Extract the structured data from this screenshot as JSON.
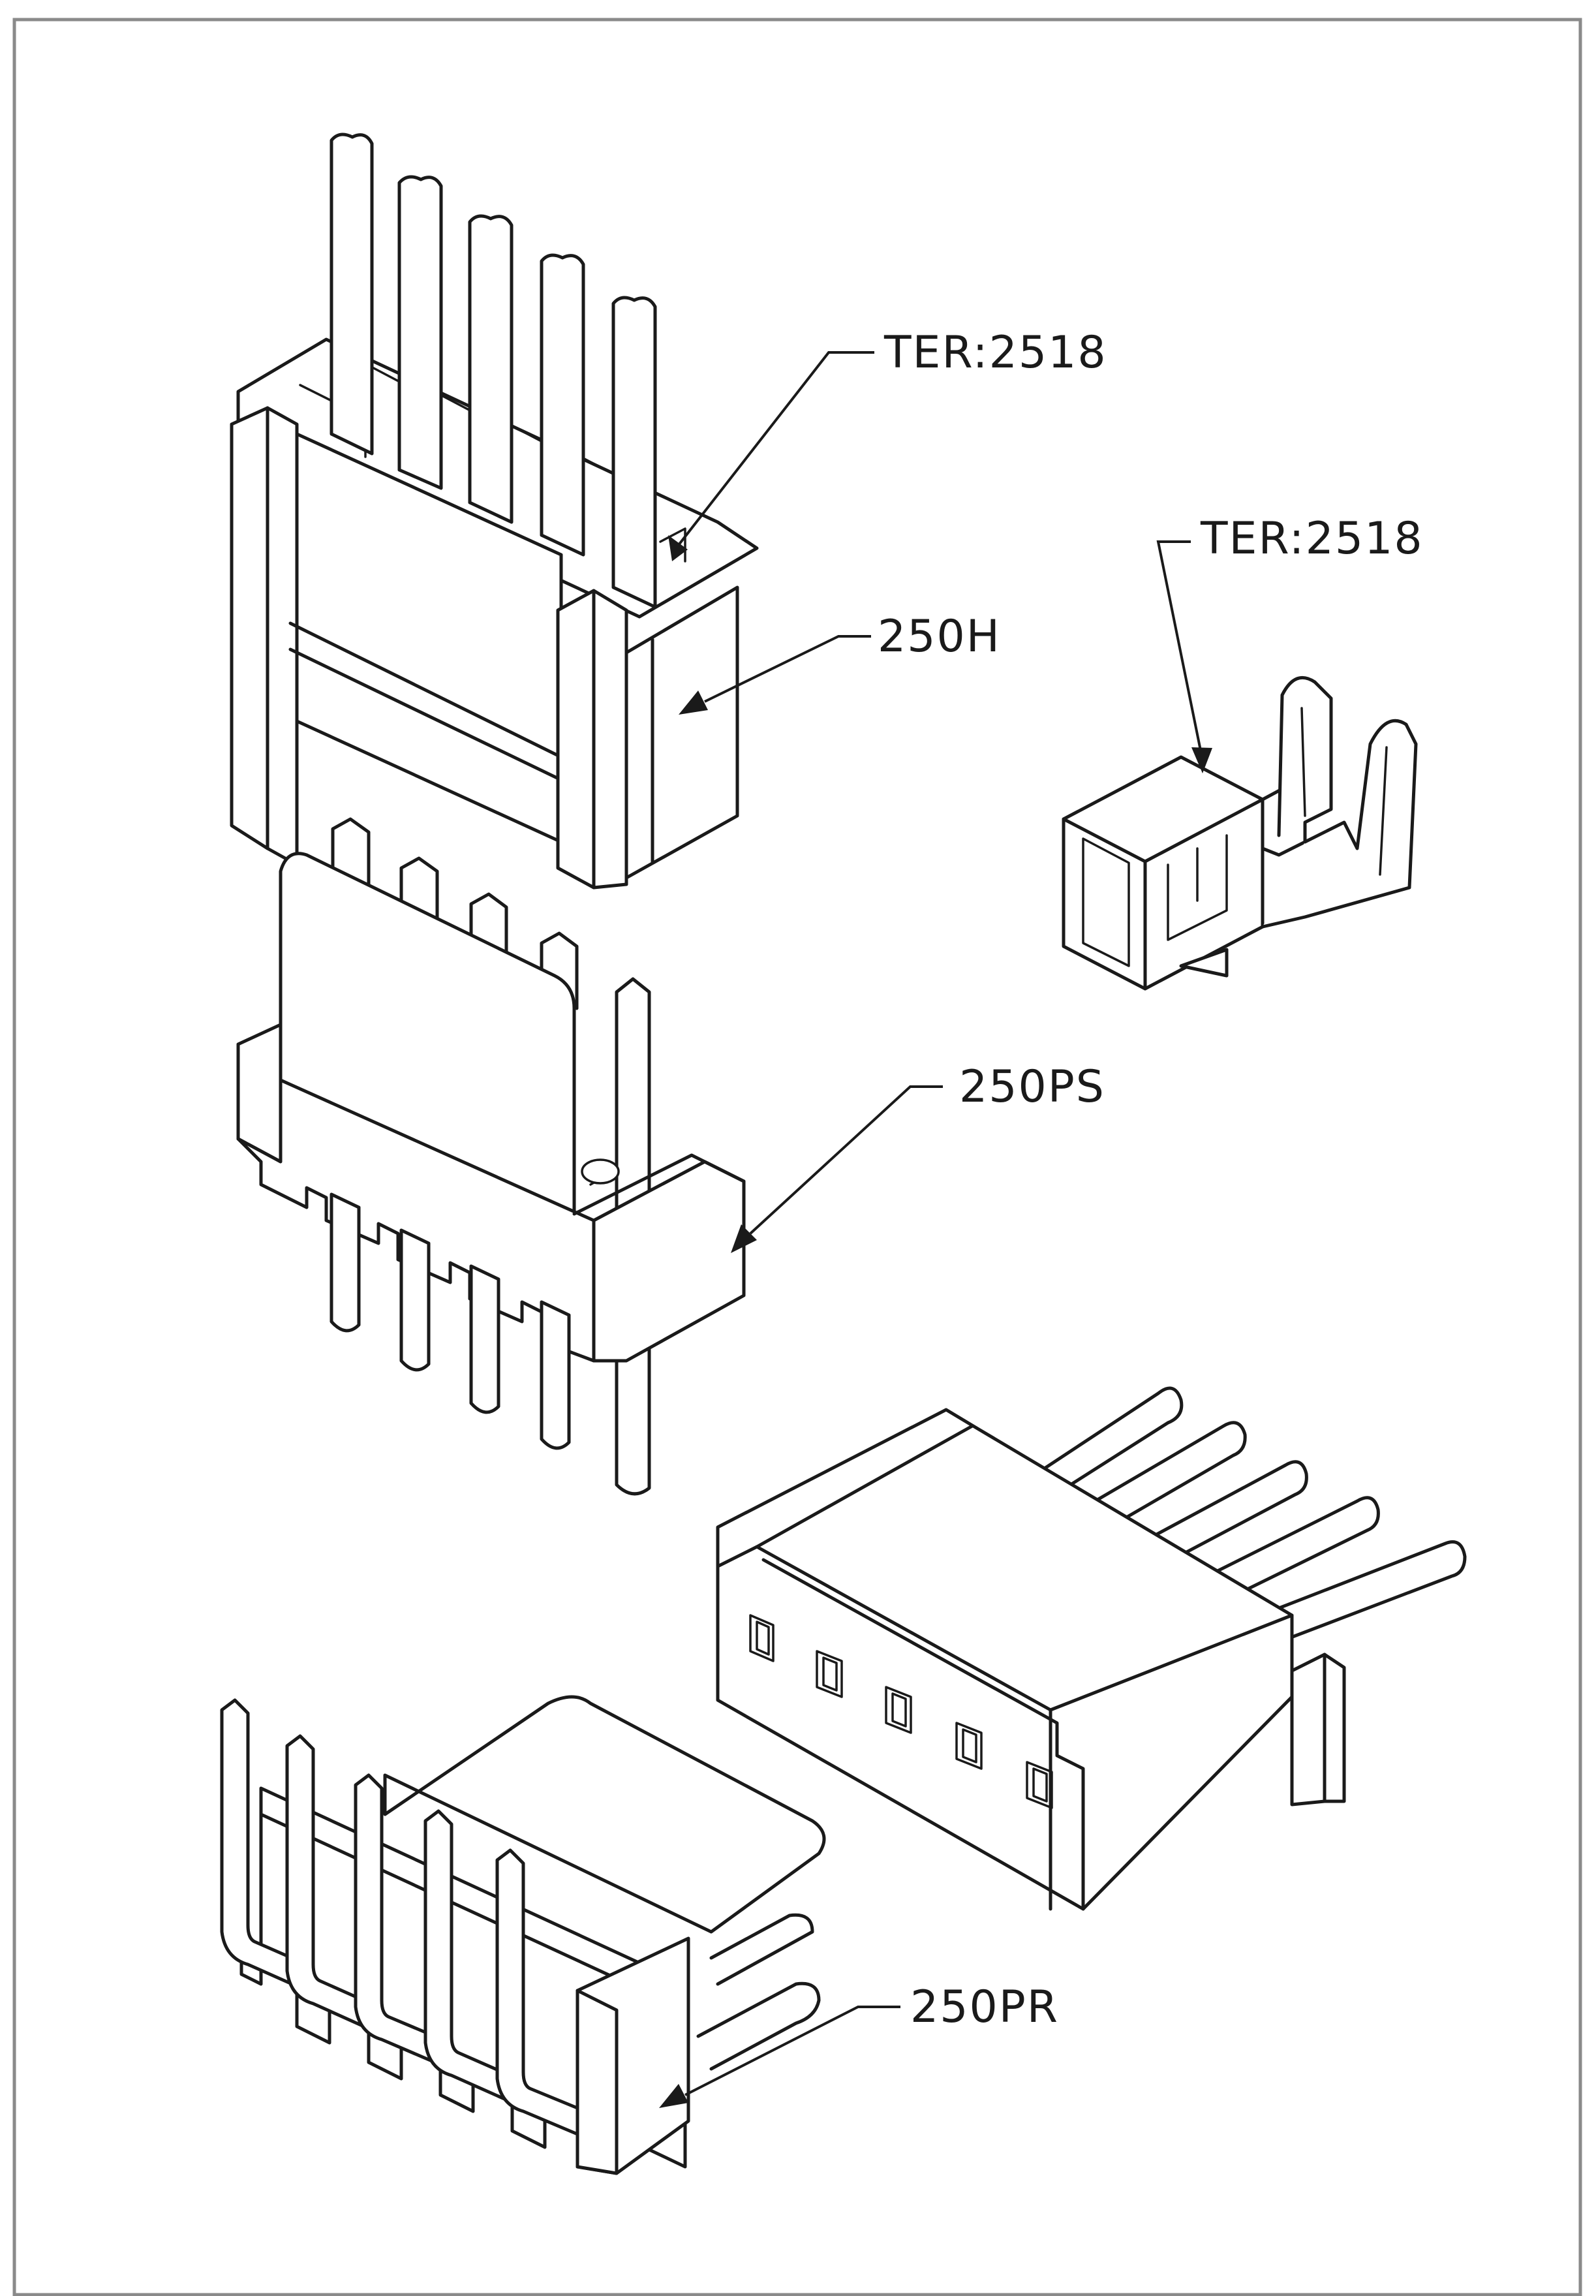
{
  "callouts": {
    "housing_terminal": "TER:2518",
    "loose_terminal": "TER:2518",
    "housing": "250H",
    "straight_header": "250PS",
    "right_angle_header": "250PR"
  },
  "colors": {
    "line": "#1a1a1a",
    "frame": "#8a8a8a",
    "background": "#ffffff"
  }
}
